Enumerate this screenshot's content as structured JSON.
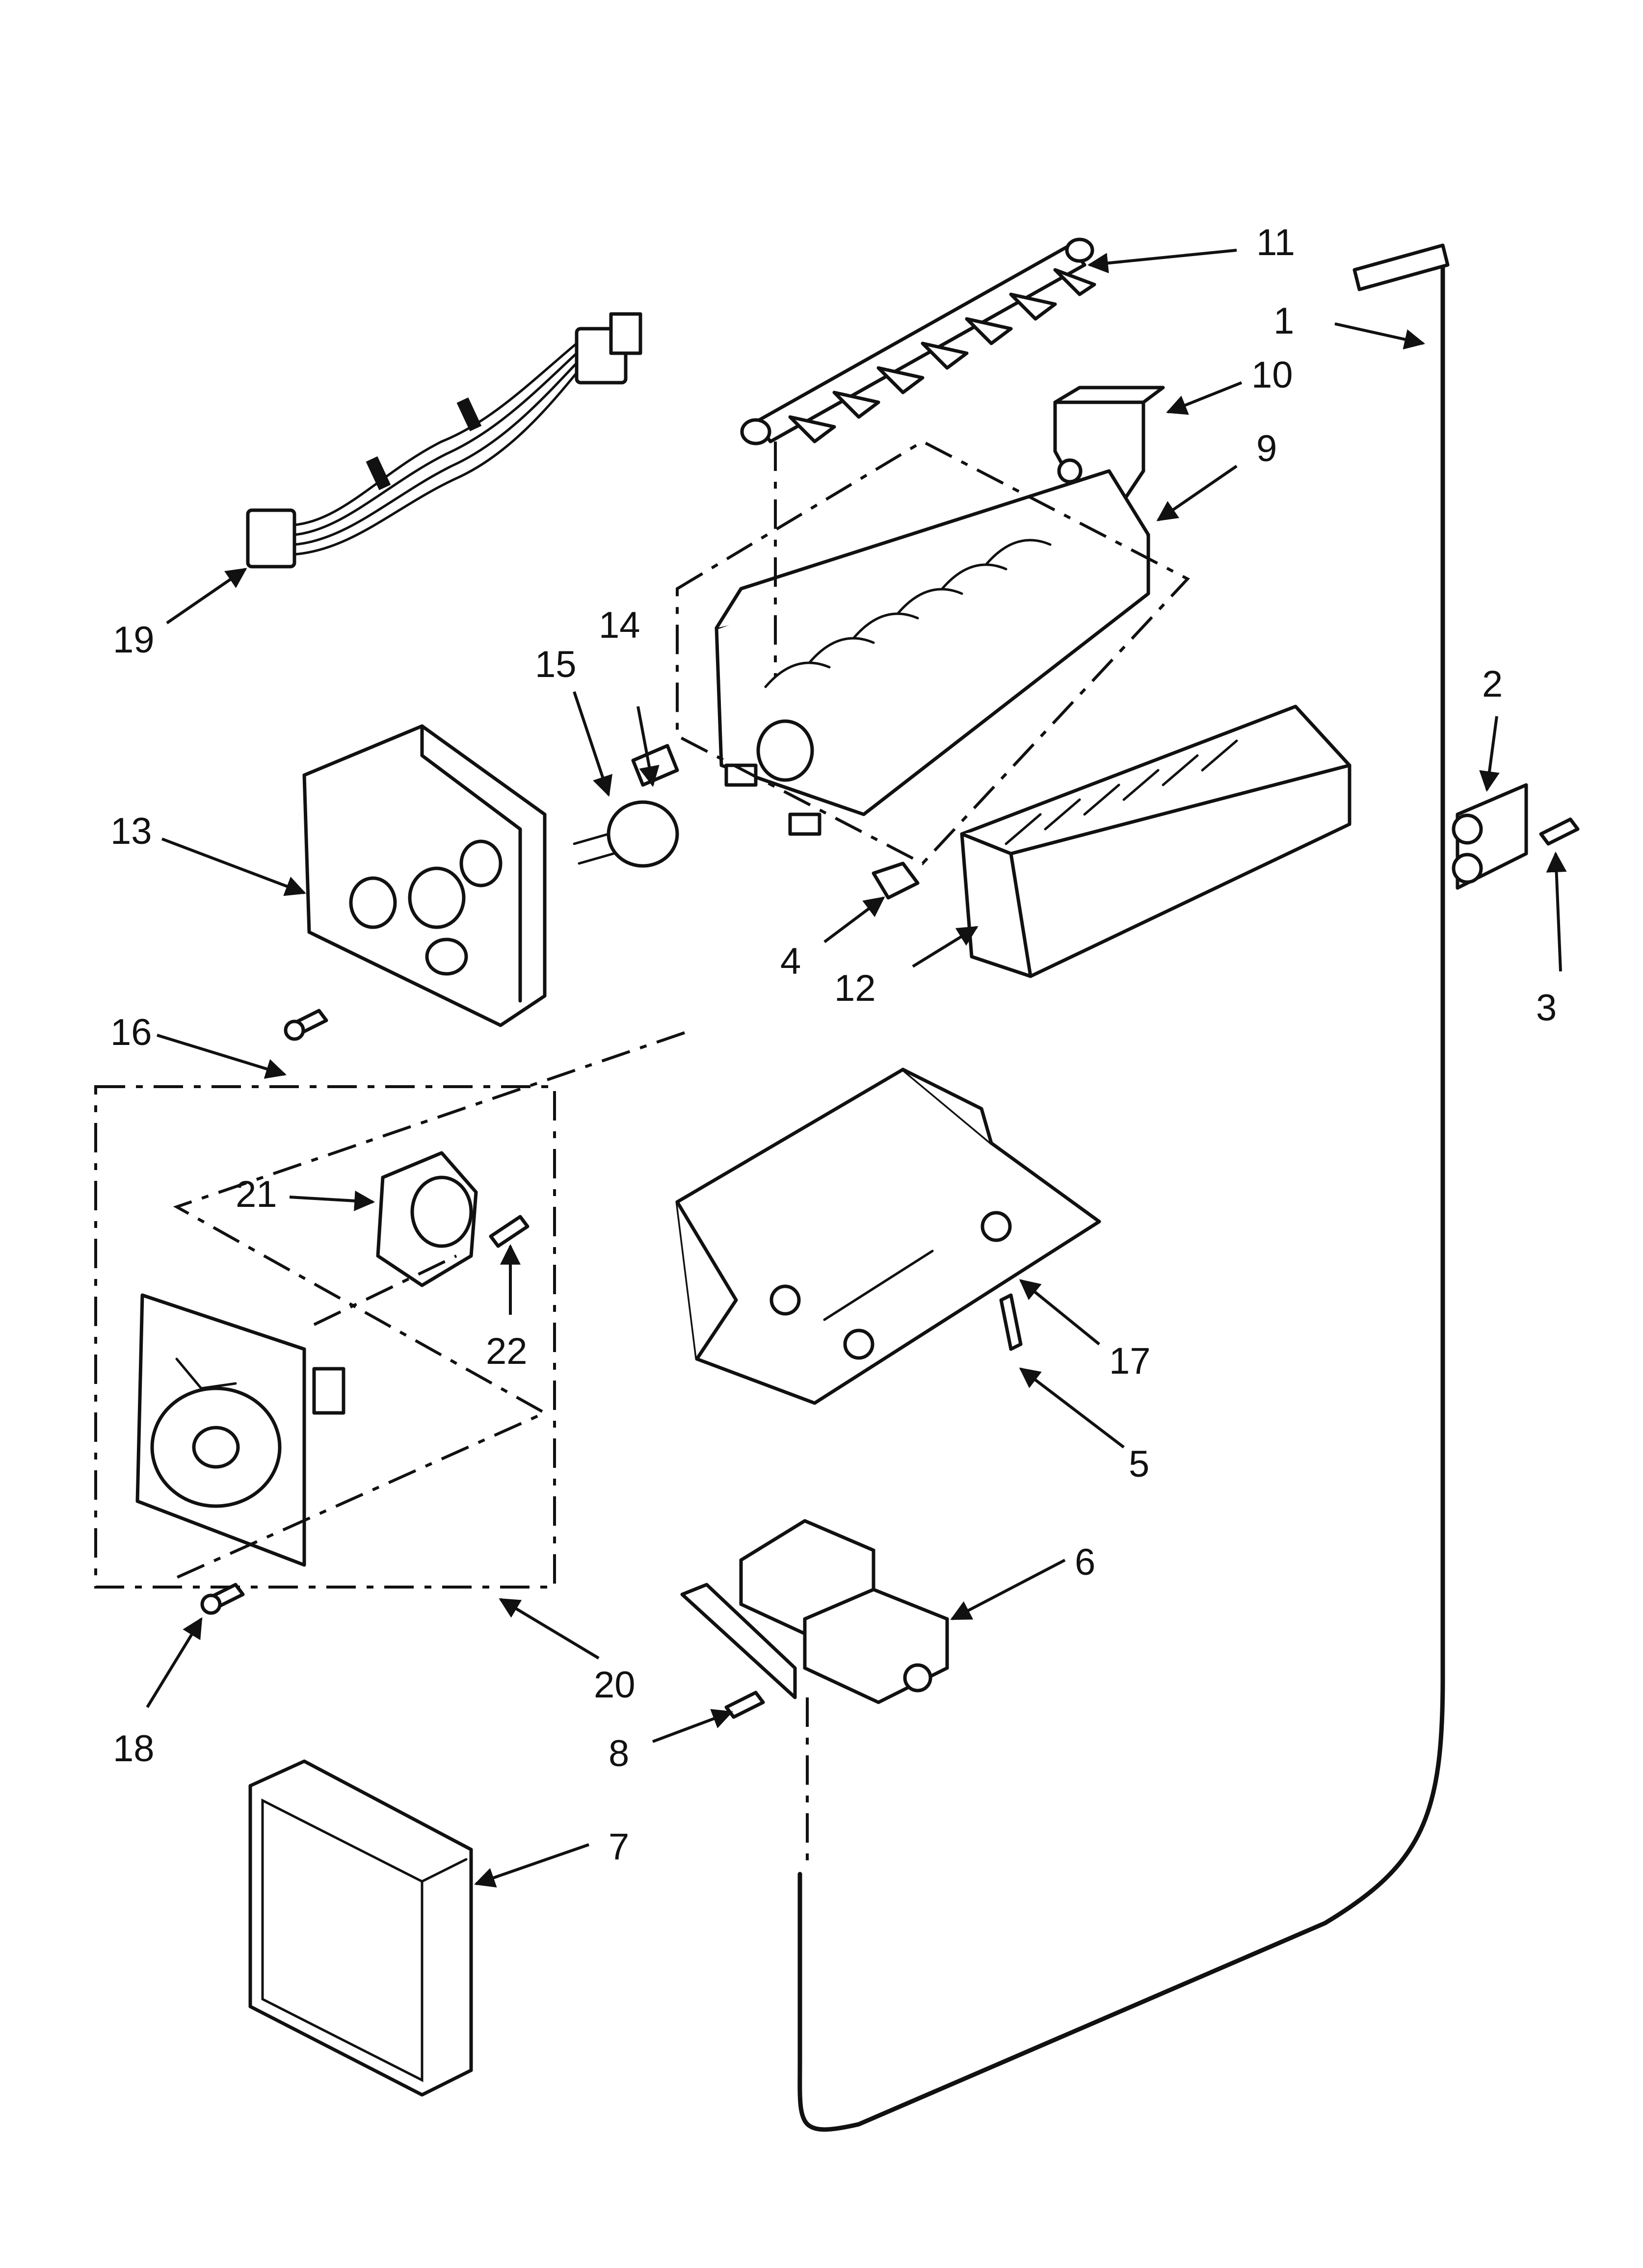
{
  "callouts": [
    {
      "id": "1",
      "text": "1"
    },
    {
      "id": "2",
      "text": "2"
    },
    {
      "id": "3",
      "text": "3"
    },
    {
      "id": "4",
      "text": "4"
    },
    {
      "id": "5",
      "text": "5"
    },
    {
      "id": "6",
      "text": "6"
    },
    {
      "id": "7",
      "text": "7"
    },
    {
      "id": "8",
      "text": "8"
    },
    {
      "id": "9",
      "text": "9"
    },
    {
      "id": "10",
      "text": "10"
    },
    {
      "id": "11",
      "text": "11"
    },
    {
      "id": "12",
      "text": "12"
    },
    {
      "id": "13",
      "text": "13"
    },
    {
      "id": "14",
      "text": "14"
    },
    {
      "id": "15",
      "text": "15"
    },
    {
      "id": "16",
      "text": "16"
    },
    {
      "id": "17",
      "text": "17"
    },
    {
      "id": "18",
      "text": "18"
    },
    {
      "id": "19",
      "text": "19"
    },
    {
      "id": "20",
      "text": "20"
    },
    {
      "id": "21",
      "text": "21"
    },
    {
      "id": "22",
      "text": "22"
    }
  ],
  "colors": {
    "line": "#111111",
    "background": "#ffffff"
  }
}
